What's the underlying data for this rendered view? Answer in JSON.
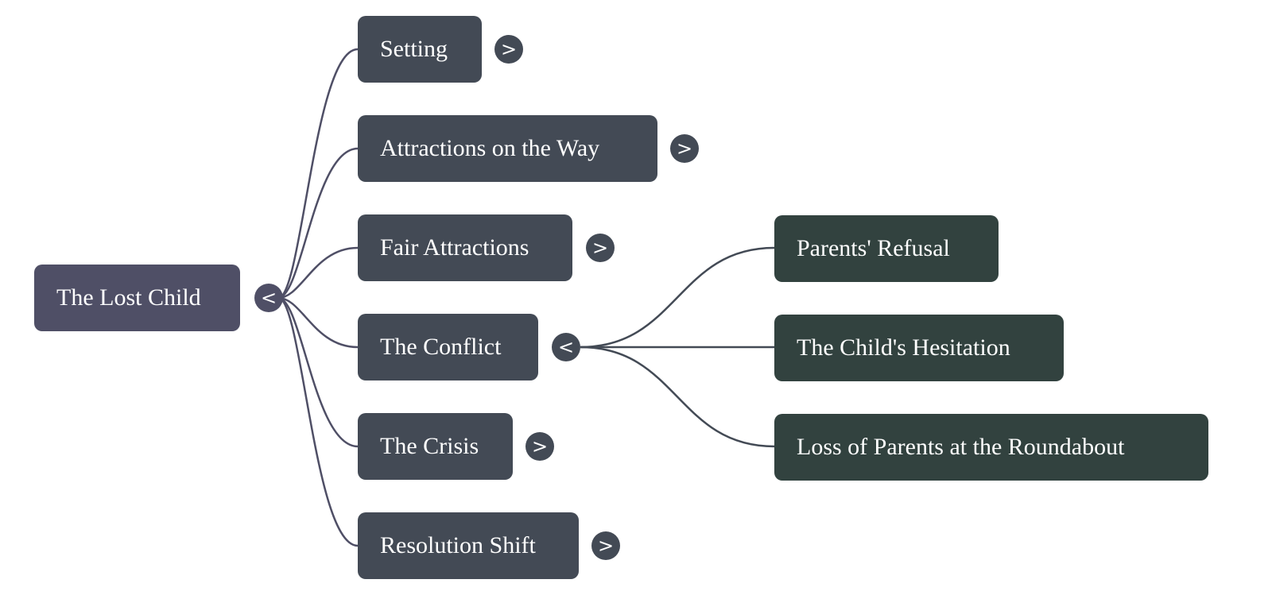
{
  "mindmap": {
    "root": {
      "label": "The Lost Child",
      "toggle": "<",
      "state": "expanded"
    },
    "branches": [
      {
        "label": "Setting",
        "toggle": ">",
        "state": "collapsed"
      },
      {
        "label": "Attractions on the Way",
        "toggle": ">",
        "state": "collapsed"
      },
      {
        "label": "Fair Attractions",
        "toggle": ">",
        "state": "collapsed"
      },
      {
        "label": "The Conflict",
        "toggle": "<",
        "state": "expanded",
        "children": [
          {
            "label": "Parents' Refusal"
          },
          {
            "label": "The Child's Hesitation"
          },
          {
            "label": "Loss of Parents at the Roundabout"
          }
        ]
      },
      {
        "label": "The Crisis",
        "toggle": ">",
        "state": "collapsed"
      },
      {
        "label": "Resolution Shift",
        "toggle": ">",
        "state": "collapsed"
      }
    ]
  },
  "colors": {
    "root": "#4f4f66",
    "branch": "#434a55",
    "leaf": "#32423f",
    "link": "#4f4f66"
  }
}
